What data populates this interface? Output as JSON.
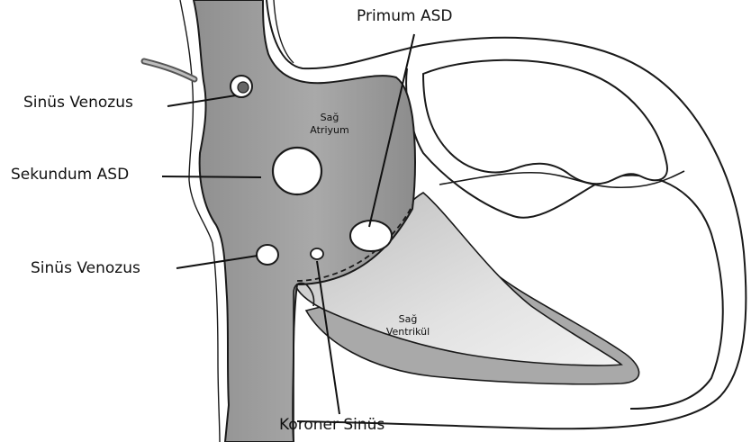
{
  "labels": {
    "sinus_venosus_upper": "Sinüs Venozus",
    "secundum_asd": "Sekundum ASD",
    "sinus_venosus_lower": "Sinüs Venozus",
    "primum_asd": "Primum ASD",
    "coronary_sinus": "Koroner Sinüs",
    "right_atrium_line1": "Sağ",
    "right_atrium_line2": "Atriyum",
    "right_ventricle_line1": "Sağ",
    "right_ventricle_line2": "Ventrikül"
  },
  "colors": {
    "atrium_fill": "#9a9a9a",
    "ventricle_fill": "#d8d8d8",
    "ventricle_dark": "#a8a8a8",
    "outline": "#1a1a1a"
  }
}
